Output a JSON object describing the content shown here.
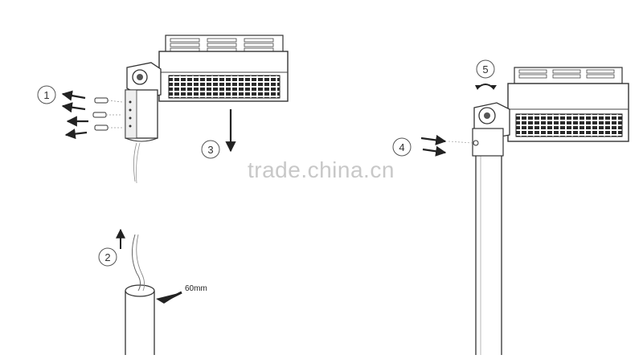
{
  "steps": {
    "step1": "1",
    "step2": "2",
    "step3": "3",
    "step4": "4",
    "step5": "5"
  },
  "annotations": {
    "cable_length": "60mm"
  },
  "watermark": "trade.china.cn"
}
